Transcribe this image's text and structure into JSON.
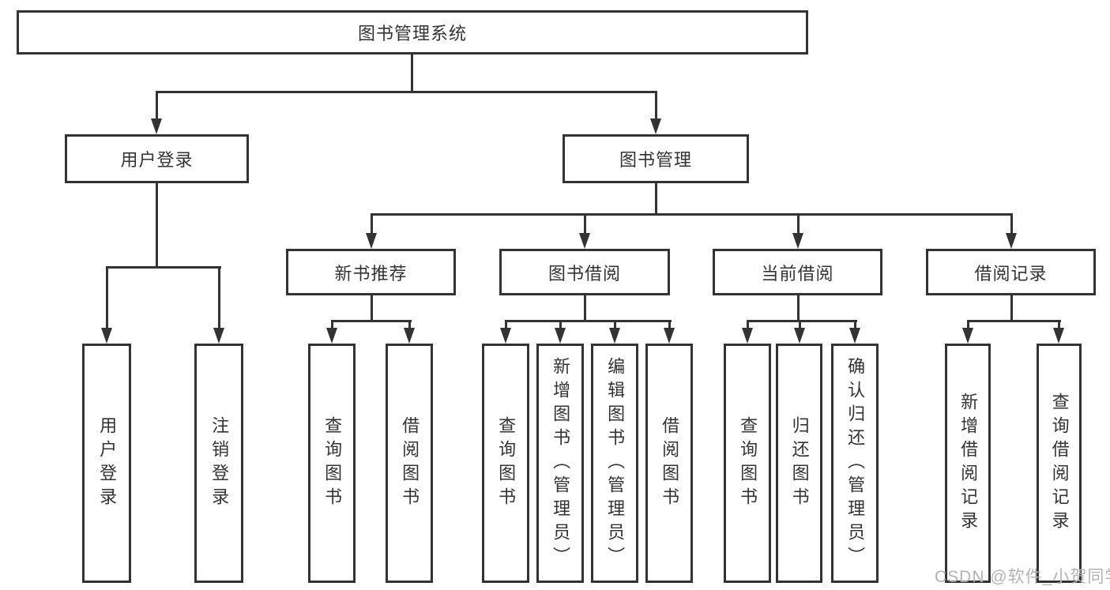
{
  "diagram": {
    "type": "tree",
    "tree": {
      "root": {
        "label": "图书管理系统",
        "children": [
          {
            "label": "用户登录",
            "children": [
              {
                "label": "用户登录"
              },
              {
                "label": "注销登录"
              }
            ]
          },
          {
            "label": "图书管理",
            "children": [
              {
                "label": "新书推荐",
                "children": [
                  {
                    "label": "查询图书"
                  },
                  {
                    "label": "借阅图书"
                  }
                ]
              },
              {
                "label": "图书借阅",
                "children": [
                  {
                    "label": "查询图书"
                  },
                  {
                    "label": "新增图书（管理员）"
                  },
                  {
                    "label": "编辑图书（管理员）"
                  },
                  {
                    "label": "借阅图书"
                  }
                ]
              },
              {
                "label": "当前借阅",
                "children": [
                  {
                    "label": "查询图书"
                  },
                  {
                    "label": "归还图书"
                  },
                  {
                    "label": "确认归还（管理员）"
                  }
                ]
              },
              {
                "label": "借阅记录",
                "children": [
                  {
                    "label": "新增借阅记录"
                  },
                  {
                    "label": "查询借阅记录"
                  }
                ]
              }
            ]
          }
        ]
      }
    },
    "colors": {
      "line": "#333333",
      "box_border": "#333333",
      "text": "#333333",
      "background": "#ffffff",
      "watermark": "#b3b3b3"
    }
  },
  "watermark": {
    "text": "CSDN @软件_小贺同学"
  }
}
